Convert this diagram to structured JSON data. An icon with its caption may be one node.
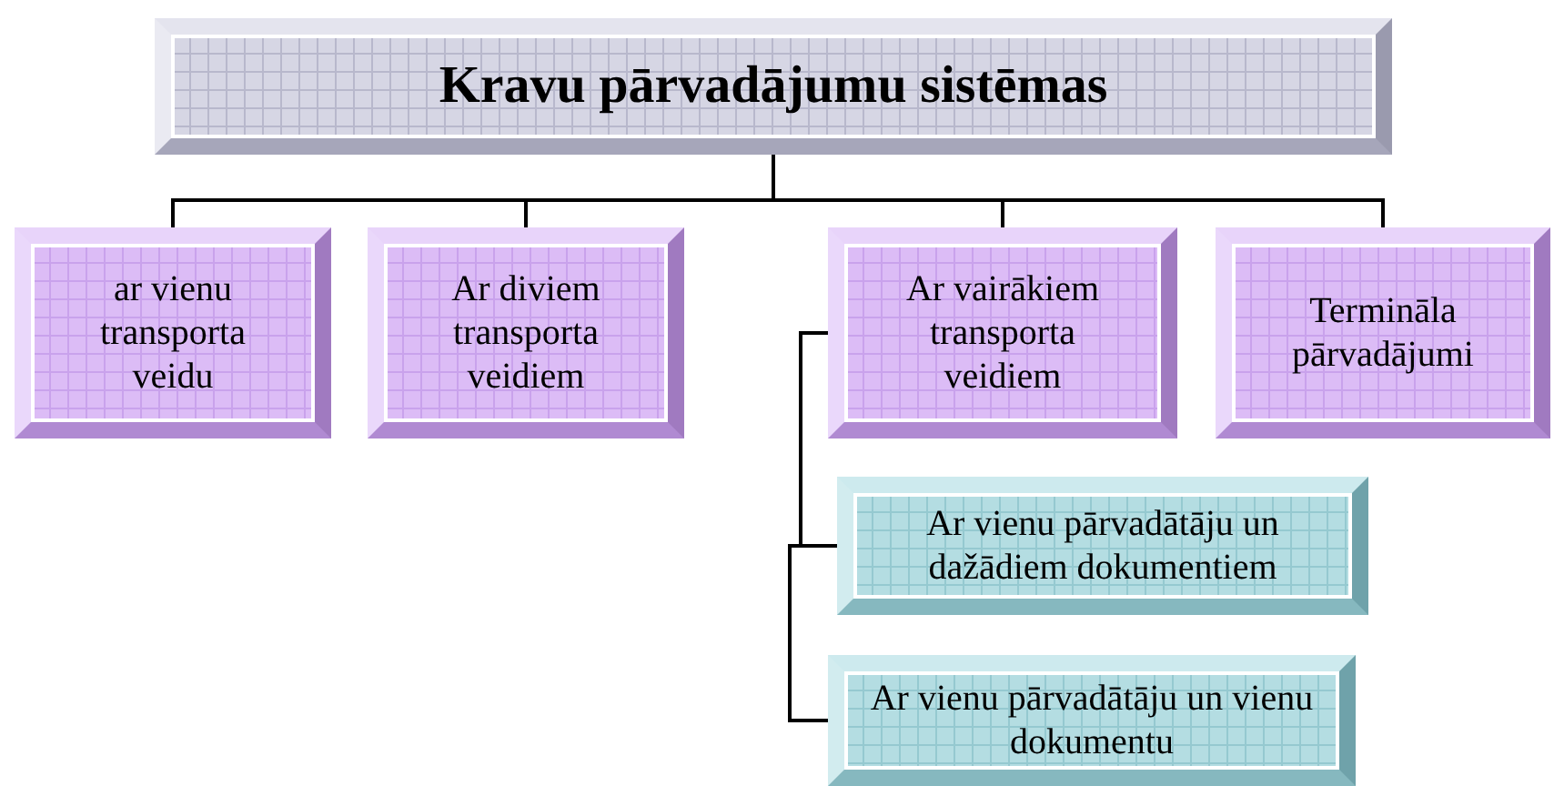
{
  "diagram": {
    "nodes": [
      {
        "text": [
          "Kravu pārvadājumu sistēmas"
        ]
      },
      {
        "text": [
          "ar vienu transporta veidu"
        ]
      },
      {
        "text": [
          "Ar diviem transporta veidiem"
        ]
      },
      {
        "text": [
          "Ar vairākiem transporta veidiem"
        ]
      },
      {
        "text": [
          "Termināla pārvadājumi"
        ]
      },
      {
        "text": [
          "Ar vienu pārvadātāju un dažādiem dokumentiem"
        ]
      },
      {
        "text": [
          "Ar vienu pārvadātāju un vienu dokumentu"
        ]
      }
    ],
    "edges": [
      {
        "from": 0,
        "to": 1,
        "arrow": "none"
      },
      {
        "from": 0,
        "to": 2,
        "arrow": "none"
      },
      {
        "from": 0,
        "to": 3,
        "arrow": "none"
      },
      {
        "from": 0,
        "to": 4,
        "arrow": "none"
      },
      {
        "from": 3,
        "to": 5,
        "arrow": "none"
      },
      {
        "from": 3,
        "to": 6,
        "arrow": "none"
      }
    ]
  }
}
